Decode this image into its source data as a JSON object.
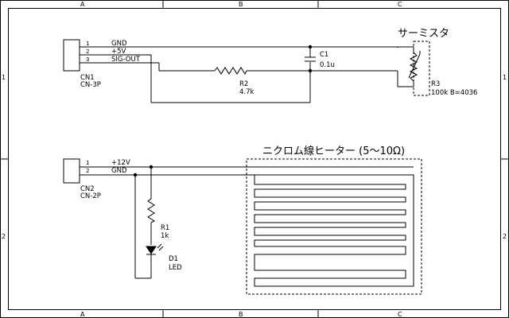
{
  "frame": {
    "col_labels": [
      "A",
      "B",
      "C"
    ],
    "row_labels": [
      "1",
      "2"
    ]
  },
  "cn1": {
    "ref": "CN1",
    "part": "CN-3P",
    "pins": [
      {
        "num": "1",
        "net": "GND"
      },
      {
        "num": "2",
        "net": "+5V"
      },
      {
        "num": "3",
        "net": "SIG-OUT"
      }
    ]
  },
  "cn2": {
    "ref": "CN2",
    "part": "CN-2P",
    "pins": [
      {
        "num": "1",
        "net": "+12V"
      },
      {
        "num": "2",
        "net": "GND"
      }
    ]
  },
  "r2": {
    "ref": "R2",
    "value": "4.7k"
  },
  "c1": {
    "ref": "C1",
    "value": "0.1u"
  },
  "r3": {
    "ref": "R3",
    "value": "100k  B=4036",
    "title": "サーミスタ"
  },
  "r1": {
    "ref": "R1",
    "value": "1k"
  },
  "d1": {
    "ref": "D1",
    "value": "LED"
  },
  "heater": {
    "title": "ニクロム線ヒーター (5〜10Ω)"
  }
}
